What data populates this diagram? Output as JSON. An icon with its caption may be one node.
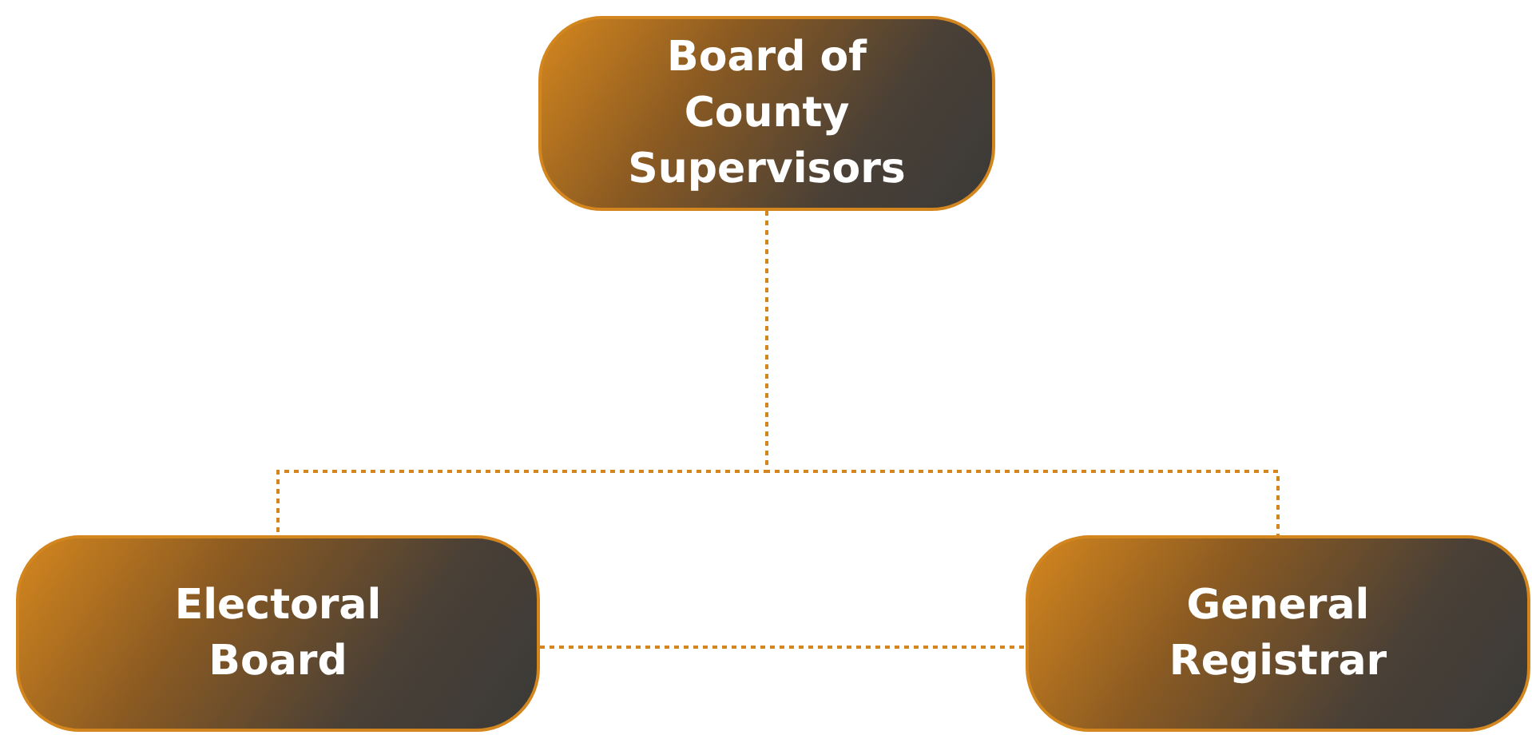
{
  "diagram": {
    "nodes": [
      {
        "text": [
          "Board of County Supervisors"
        ]
      },
      {
        "text": [
          "Electoral Board"
        ]
      },
      {
        "text": [
          "General Registrar"
        ]
      }
    ],
    "edges": [
      {
        "from": 0,
        "to": 1,
        "arrow": "none",
        "style": "dashed"
      },
      {
        "from": 0,
        "to": 2,
        "arrow": "none",
        "style": "dashed"
      },
      {
        "from": 1,
        "to": 2,
        "arrow": "none",
        "style": "dashed"
      }
    ]
  }
}
